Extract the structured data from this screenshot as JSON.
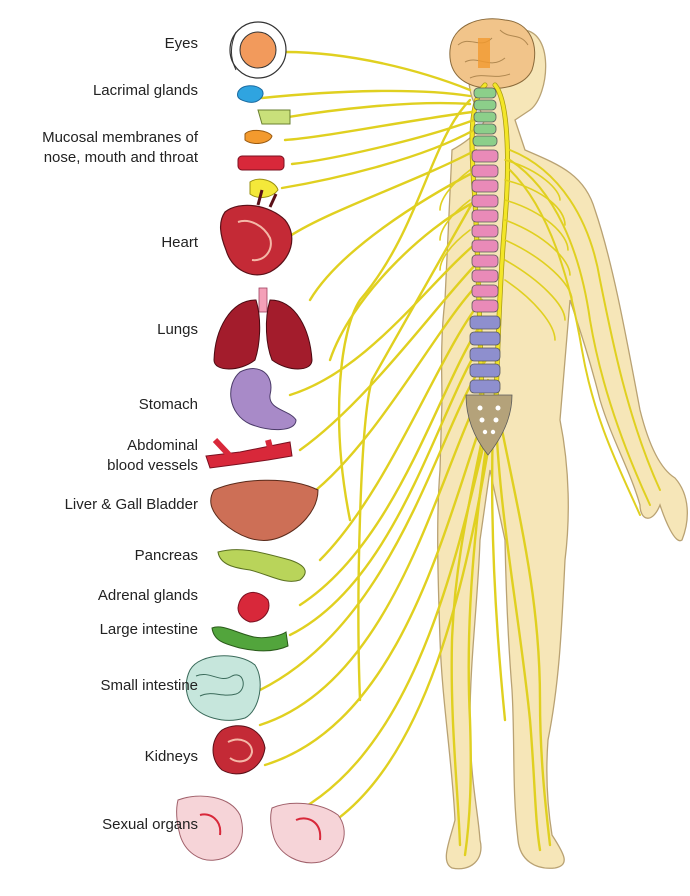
{
  "labels": {
    "eyes": "Eyes",
    "lacrimal": "Lacrimal glands",
    "mucosal_1": "Mucosal membranes of",
    "mucosal_2": "nose, mouth and throat",
    "heart": "Heart",
    "lungs": "Lungs",
    "stomach": "Stomach",
    "abdominal_1": "Abdominal",
    "abdominal_2": "blood vessels",
    "liver": "Liver & Gall Bladder",
    "pancreas": "Pancreas",
    "adrenal": "Adrenal glands",
    "large_intestine": "Large intestine",
    "small_intestine": "Small intestine",
    "kidneys": "Kidneys",
    "sexual": "Sexual organs"
  },
  "colors": {
    "nerve": "#f3e628",
    "nerve_outline": "#a89a10",
    "skin": "#f6e6b8",
    "cervical": "#8ccf8a",
    "thoracic": "#e98ab8",
    "lumbar": "#8e8fce",
    "sacrum": "#b4a27a",
    "brain": "#f1c48a"
  }
}
